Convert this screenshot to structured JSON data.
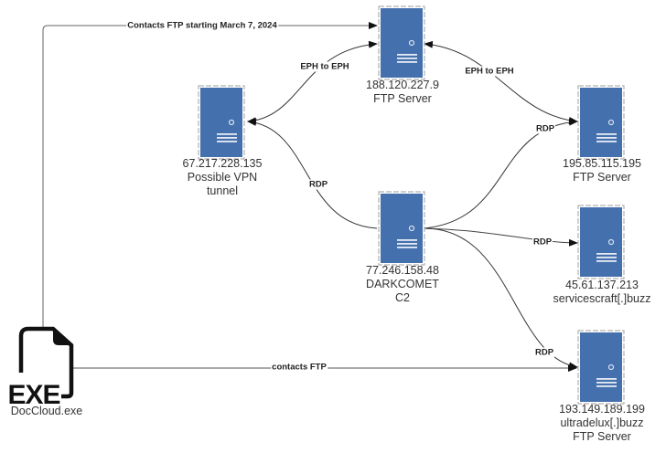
{
  "nodes": [
    {
      "id": "exe",
      "type": "exe-file",
      "icon_text": "EXE",
      "lines": [
        "DocCloud.exe"
      ]
    },
    {
      "id": "vpn",
      "type": "server",
      "lines": [
        "67.217.228.135",
        "Possible VPN",
        "tunnel"
      ]
    },
    {
      "id": "ftp1",
      "type": "server",
      "lines": [
        "188.120.227.9",
        "FTP Server"
      ]
    },
    {
      "id": "ftp2",
      "type": "server",
      "lines": [
        "195.85.115.195",
        "FTP Server"
      ]
    },
    {
      "id": "c2",
      "type": "server",
      "lines": [
        "77.246.158.48",
        "DARKCOMET",
        "C2"
      ]
    },
    {
      "id": "sc",
      "type": "server",
      "lines": [
        "45.61.137.213",
        "servicescraft[.]buzz"
      ]
    },
    {
      "id": "ud",
      "type": "server",
      "lines": [
        "193.149.189.199",
        "ultradelux[.]buzz",
        "FTP Server"
      ]
    }
  ],
  "edges": [
    {
      "from": "exe",
      "to": "ftp1",
      "label": "Contacts FTP starting March 7, 2024"
    },
    {
      "from": "exe",
      "to": "ud",
      "label": "contacts FTP"
    },
    {
      "from": "vpn",
      "to": "ftp1",
      "label": "EPH to EPH",
      "bidirectional": true
    },
    {
      "from": "ftp1",
      "to": "ftp2",
      "label": "EPH to EPH",
      "bidirectional": true
    },
    {
      "from": "c2",
      "to": "vpn",
      "label": "RDP"
    },
    {
      "from": "c2",
      "to": "ftp2",
      "label": "RDP"
    },
    {
      "from": "c2",
      "to": "sc",
      "label": "RDP"
    },
    {
      "from": "c2",
      "to": "ud",
      "label": "RDP"
    }
  ],
  "colors": {
    "server_fill": "#4470ad",
    "server_border": "#b0b0b0",
    "line": "#333333"
  }
}
